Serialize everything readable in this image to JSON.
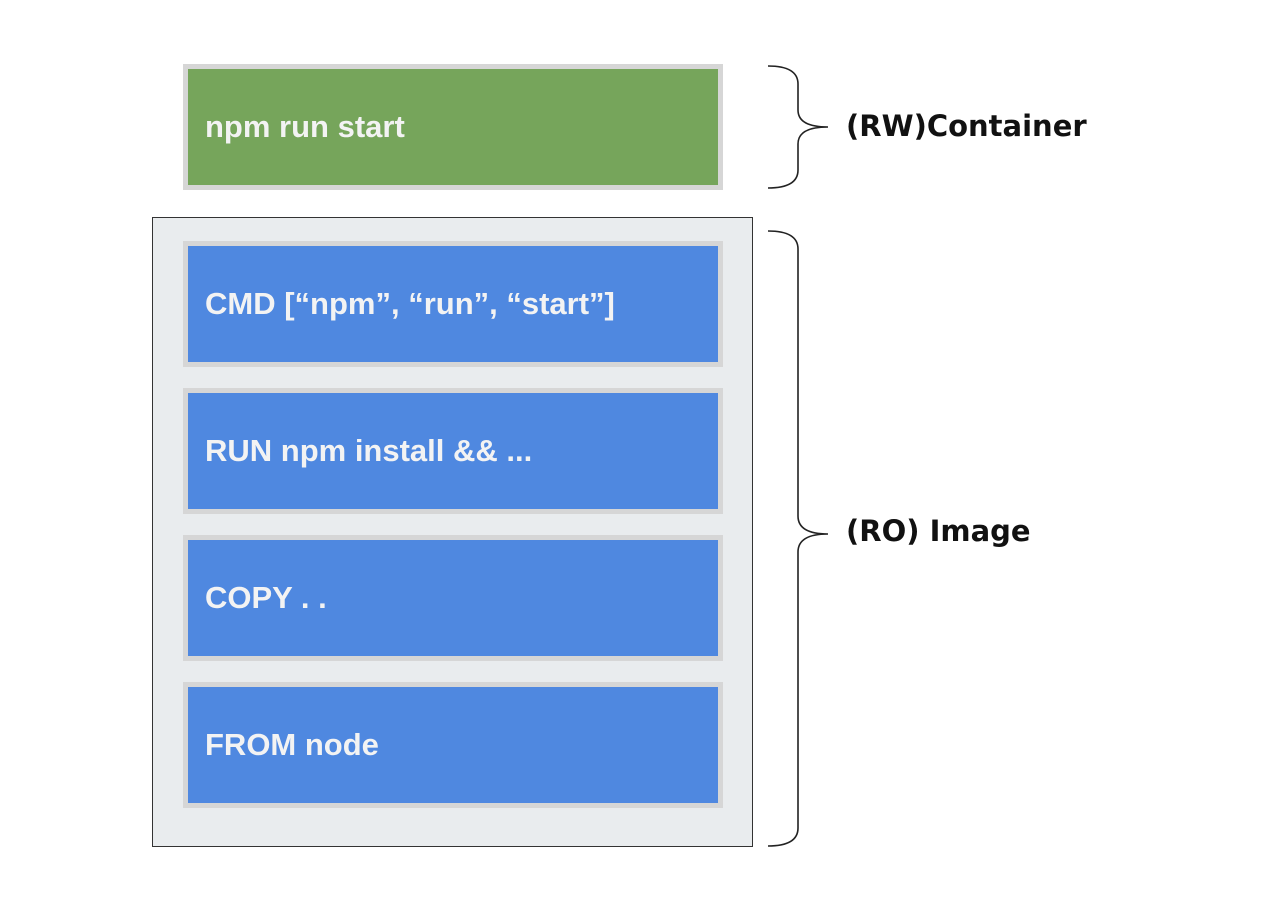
{
  "container": {
    "layer_label": "npm run start",
    "bracket_label": "(RW)Container",
    "color": "#76a55b"
  },
  "image": {
    "bracket_label": "(RO) Image",
    "layer_color": "#4f88e0",
    "box_color": "#e9ecee",
    "layers": [
      {
        "label": "CMD [“npm”, “run”, “start”]"
      },
      {
        "label": "RUN npm install && ..."
      },
      {
        "label": "COPY . ."
      },
      {
        "label": "FROM node"
      }
    ]
  }
}
